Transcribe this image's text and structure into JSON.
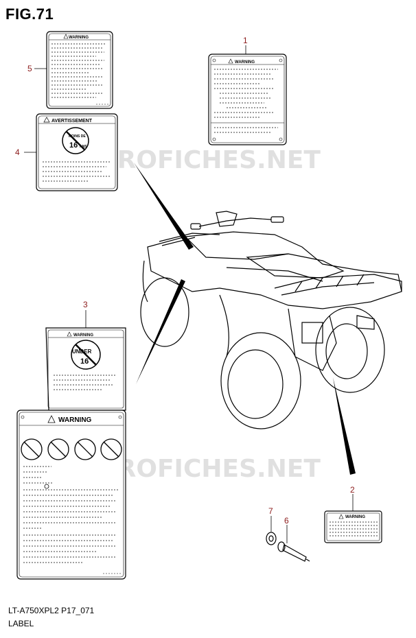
{
  "figure": {
    "title": "FIG.71"
  },
  "callouts": [
    "1",
    "2",
    "3",
    "4",
    "5",
    "6",
    "7"
  ],
  "labels": {
    "warning": "WARNING",
    "avertissement": "AVERTISSEMENT",
    "moins_de": "MOINS DE",
    "moins_age": "16",
    "moins_unit": "ANS",
    "under": "UNDER",
    "under_age": "16"
  },
  "watermark": "MICROFICHES.NET",
  "footer": {
    "model": "LT-A750XPL2 P17_071",
    "section": "LABEL"
  },
  "colors": {
    "callout": "#8b1a1a",
    "line": "#000000",
    "watermark": "#c8c8c8"
  }
}
